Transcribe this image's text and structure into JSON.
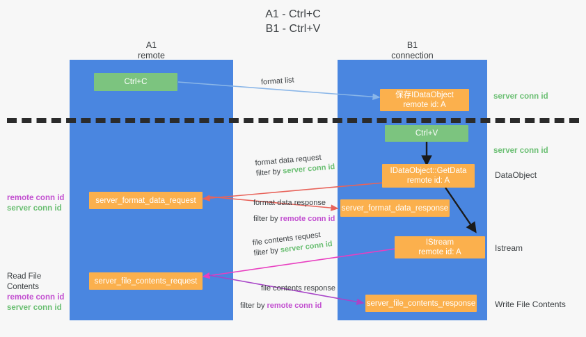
{
  "title": {
    "line1": "A1 - Ctrl+C",
    "line2": "B1 - Ctrl+V"
  },
  "lanes": [
    {
      "id": "a1",
      "name": "A1",
      "sub": "remote",
      "color": "#4a86e0"
    },
    {
      "id": "b1",
      "name": "B1",
      "sub": "connection",
      "color": "#4a86e0"
    }
  ],
  "colors": {
    "lane": "#4a86e0",
    "action_box": "#7cc47f",
    "message_box": "#fbb04d",
    "remote_conn_id": "#c24fd0",
    "server_conn_id": "#6bbf73",
    "format_list_arrow": "#8ab6e8",
    "format_data_arrow": "#e8635a",
    "file_contents_request_arrow": "#e83fc0",
    "file_contents_response_arrow": "#a845c8",
    "flow_arrow": "#1a1a1a",
    "separator": "#2b2b2b"
  },
  "boxes": {
    "ctrl_c": {
      "line1": "Ctrl+C",
      "line2": ""
    },
    "save_idataobject": {
      "line1": "保存IDataObject",
      "line2": "remote id: A"
    },
    "ctrl_v": {
      "line1": "Ctrl+V",
      "line2": ""
    },
    "getdata": {
      "line1": "IDataObject::GetData",
      "line2": "remote id: A"
    },
    "format_data_request": {
      "line1": "server_format_data_request",
      "line2": ""
    },
    "format_data_response": {
      "line1": "server_format_data_response",
      "line2": ""
    },
    "istream": {
      "line1": "IStream",
      "line2": "remote id: A"
    },
    "file_contents_request": {
      "line1": "server_file_contents_request",
      "line2": ""
    },
    "file_contents_response": {
      "line1": "server_file_contents_response",
      "line2": ""
    }
  },
  "arrow_labels": {
    "format_list": {
      "text": "format list",
      "filter_prefix": "",
      "filter_value": ""
    },
    "format_data_request": {
      "text": "format data request",
      "filter_prefix": "filter by ",
      "filter_value": "server conn id"
    },
    "format_data_response": {
      "text": "format data response",
      "filter_prefix": "filter by ",
      "filter_value": "remote conn id"
    },
    "file_contents_request": {
      "text": "file contents request",
      "filter_prefix": "filter by ",
      "filter_value": "server conn id"
    },
    "file_contents_response": {
      "text": "file contents response",
      "filter_prefix": "filter by ",
      "filter_value": "remote conn id"
    }
  },
  "left_annotations": {
    "format_data": {
      "remote": "remote conn id",
      "server": "server conn id"
    },
    "read_file_contents": {
      "heading": "Read File Contents",
      "remote": "remote conn id",
      "server": "server conn id"
    }
  },
  "right_annotations": {
    "server_conn_id_top": "server conn id",
    "server_conn_id_mid": "server conn id",
    "data_object": "DataObject",
    "istream": "Istream",
    "write_file_contents": "Write File Contents"
  }
}
